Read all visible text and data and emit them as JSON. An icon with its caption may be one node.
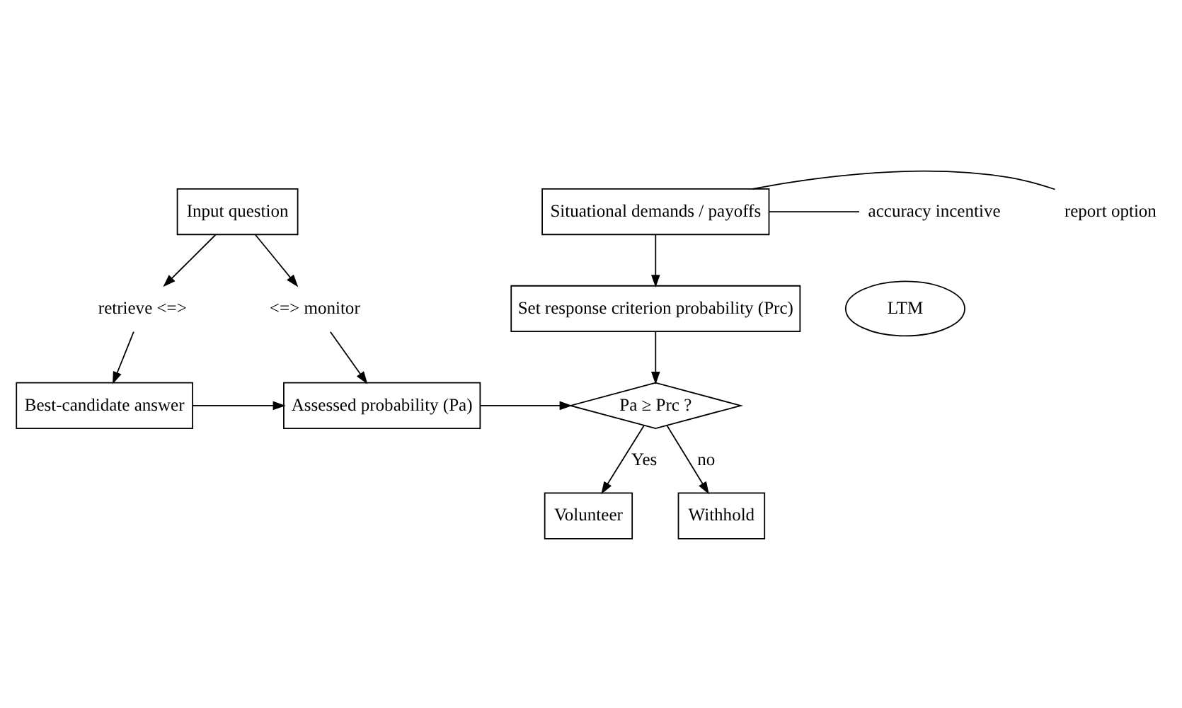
{
  "diagram": {
    "nodes": [
      {
        "text": [
          "Input question"
        ]
      },
      {
        "text": [
          "retrieve <=>"
        ]
      },
      {
        "text": [
          "LTM"
        ]
      },
      {
        "text": [
          "<=> monitor"
        ]
      },
      {
        "text": [
          "Best-candidate answer"
        ]
      },
      {
        "text": [
          "Assessed probability (Pa)"
        ]
      },
      {
        "text": [
          "Situational demands / payoffs"
        ]
      },
      {
        "text": [
          "report option"
        ]
      },
      {
        "text": [
          "accuracy incentive"
        ]
      },
      {
        "text": [
          "Set response criterion probability (Prc)"
        ]
      },
      {
        "text": [
          "Pa ≥ Prc ?"
        ]
      },
      {
        "text": [
          "Volunteer"
        ]
      },
      {
        "text": [
          "Withhold"
        ]
      }
    ],
    "edges": [
      {
        "from": 0,
        "to": 1,
        "arrow": "to"
      },
      {
        "from": 0,
        "to": 3,
        "arrow": "to"
      },
      {
        "from": 1,
        "to": 4,
        "arrow": "to"
      },
      {
        "from": 3,
        "to": 5,
        "arrow": "to"
      },
      {
        "from": 4,
        "to": 5,
        "arrow": "to"
      },
      {
        "from": 5,
        "to": 10,
        "arrow": "to"
      },
      {
        "from": 6,
        "to": 7,
        "arrow": "none"
      },
      {
        "from": 6,
        "to": 8,
        "arrow": "none"
      },
      {
        "from": 6,
        "to": 9,
        "arrow": "to"
      },
      {
        "from": 9,
        "to": 10,
        "arrow": "to"
      },
      {
        "from": 10,
        "to": 11,
        "label": "Yes",
        "arrow": "to"
      },
      {
        "from": 10,
        "to": 12,
        "label": "no",
        "arrow": "to"
      }
    ]
  }
}
